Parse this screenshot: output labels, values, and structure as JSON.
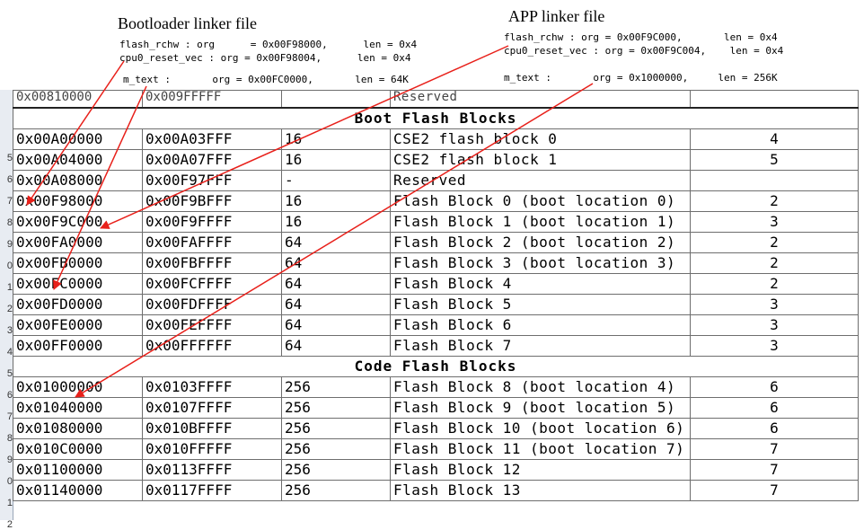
{
  "bootloader": {
    "title": "Bootloader linker file",
    "lines": [
      "flash_rchw : org      = 0x00F98000,      len = 0x4",
      "cpu0_reset_vec : org = 0x00F98004,      len = 0x4",
      "m_text :       org = 0x00FC0000,       len = 64K"
    ]
  },
  "app": {
    "title": "APP  linker file",
    "lines": [
      "flash_rchw : org = 0x00F9C000,       len = 0x4",
      "cpu0_reset_vec : org = 0x00F9C004,    len = 0x4",
      "m_text :       org = 0x1000000,     len = 256K"
    ]
  },
  "colors": {
    "arrow": "#e8201a",
    "grid": "#6e6e6e",
    "row_header": "#e8ecf2"
  },
  "table": {
    "partial_row": [
      "0x00810000",
      "0x009FFFFF",
      "",
      "Reserved",
      ""
    ],
    "boot_section": "Boot Flash Blocks",
    "boot_rows": [
      [
        "0x00A00000",
        "0x00A03FFF",
        "16",
        "CSE2 flash block 0",
        "4"
      ],
      [
        "0x00A04000",
        "0x00A07FFF",
        "16",
        "CSE2 flash block 1",
        "5"
      ],
      [
        "0x00A08000",
        "0x00F97FFF",
        "-",
        "Reserved",
        ""
      ],
      [
        "0x00F98000",
        "0x00F9BFFF",
        "16",
        "Flash Block 0 (boot location 0)",
        "2"
      ],
      [
        "0x00F9C000",
        "0x00F9FFFF",
        "16",
        "Flash Block 1 (boot location 1)",
        "3"
      ],
      [
        "0x00FA0000",
        "0x00FAFFFF",
        "64",
        "Flash Block 2 (boot location 2)",
        "2"
      ],
      [
        "0x00FB0000",
        "0x00FBFFFF",
        "64",
        "Flash Block 3 (boot location 3)",
        "2"
      ],
      [
        "0x00FC0000",
        "0x00FCFFFF",
        "64",
        "Flash Block 4",
        "2"
      ],
      [
        "0x00FD0000",
        "0x00FDFFFF",
        "64",
        "Flash Block 5",
        "3"
      ],
      [
        "0x00FE0000",
        "0x00FEFFFF",
        "64",
        "Flash Block 6",
        "3"
      ],
      [
        "0x00FF0000",
        "0x00FFFFFF",
        "64",
        "Flash Block 7",
        "3"
      ]
    ],
    "code_section": "Code Flash Blocks",
    "code_rows": [
      [
        "0x01000000",
        "0x0103FFFF",
        "256",
        "Flash Block 8 (boot location 4)",
        "6"
      ],
      [
        "0x01040000",
        "0x0107FFFF",
        "256",
        "Flash Block 9 (boot location 5)",
        "6"
      ],
      [
        "0x01080000",
        "0x010BFFFF",
        "256",
        "Flash Block 10 (boot location 6)",
        "6"
      ],
      [
        "0x010C0000",
        "0x010FFFFF",
        "256",
        "Flash Block 11 (boot location 7)",
        "7"
      ],
      [
        "0x01100000",
        "0x0113FFFF",
        "256",
        "Flash Block 12",
        "7"
      ],
      [
        "0x01140000",
        "0x0117FFFF",
        "256",
        "Flash Block 13",
        "7"
      ]
    ]
  },
  "row_numbers": [
    "",
    "",
    "",
    "5",
    "6",
    "7",
    "8",
    "9",
    "0",
    "1",
    "2",
    "3",
    "4",
    "5",
    "6",
    "7",
    "8",
    "9",
    "0",
    "1",
    "2"
  ]
}
